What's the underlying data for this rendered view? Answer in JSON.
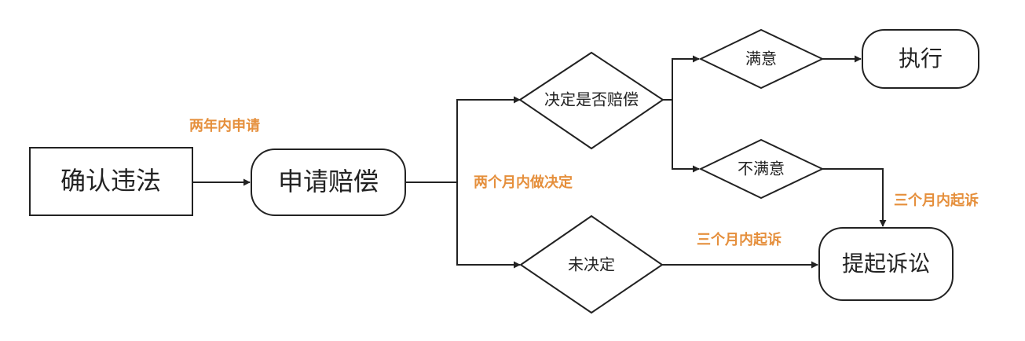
{
  "colors": {
    "stroke": "#222222",
    "label": "#e58f3c"
  },
  "nodes": {
    "confirm": "确认违法",
    "apply": "申请赔偿",
    "decide": "决定是否赔偿",
    "undecided": "未决定",
    "satisfied": "满意",
    "unsatisfied": "不满意",
    "execute": "执行",
    "sue": "提起诉讼"
  },
  "edge_labels": {
    "two_years": "两年内申请",
    "two_months": "两个月内做决定",
    "three_months_a": "三个月内起诉",
    "three_months_b": "三个月内起诉"
  }
}
